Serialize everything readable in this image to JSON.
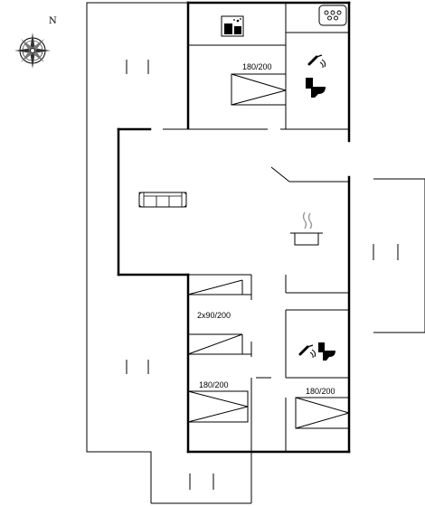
{
  "compass": {
    "north_label": "N"
  },
  "rooms": {
    "bedroom_top": {
      "bed_label": "180/200"
    },
    "bedroom_twin": {
      "bed_label": "2x90/200"
    },
    "bedroom_lower_left": {
      "bed_label": "180/200"
    },
    "bedroom_lower_right": {
      "bed_label": "180/200"
    }
  },
  "icons": {
    "sauna": "sauna-icon",
    "utility": "washing-machine-icon",
    "shower_top": "shower-icon",
    "toilet_top": "toilet-icon",
    "sofa": "sofa-icon",
    "kitchen": "cooking-pot-icon",
    "shower_lower": "shower-icon",
    "toilet_lower": "toilet-icon"
  },
  "colors": {
    "wall": "#000000",
    "icon": "#000000",
    "sauna_bg": "#ffffff"
  }
}
